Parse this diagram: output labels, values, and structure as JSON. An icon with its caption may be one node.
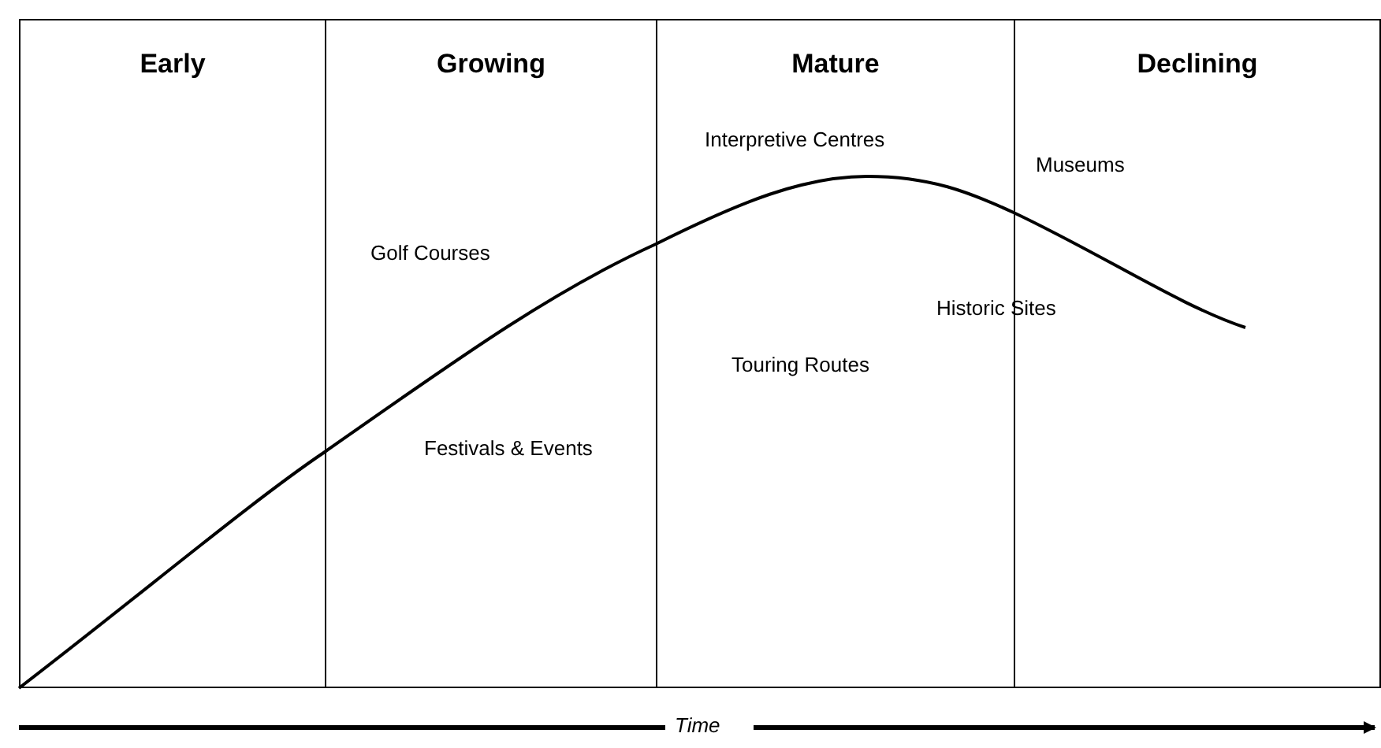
{
  "diagram": {
    "nodes": [
      {
        "text": [
          "Early"
        ]
      },
      {
        "text": [
          "Growing"
        ]
      },
      {
        "text": [
          "Mature"
        ]
      },
      {
        "text": [
          "Declining"
        ]
      }
    ],
    "labels": [
      "Interpretive Centres",
      "Museums",
      "Golf Courses",
      "Historic Sites",
      "Touring Routes",
      "Festivals & Events",
      "Time"
    ]
  }
}
